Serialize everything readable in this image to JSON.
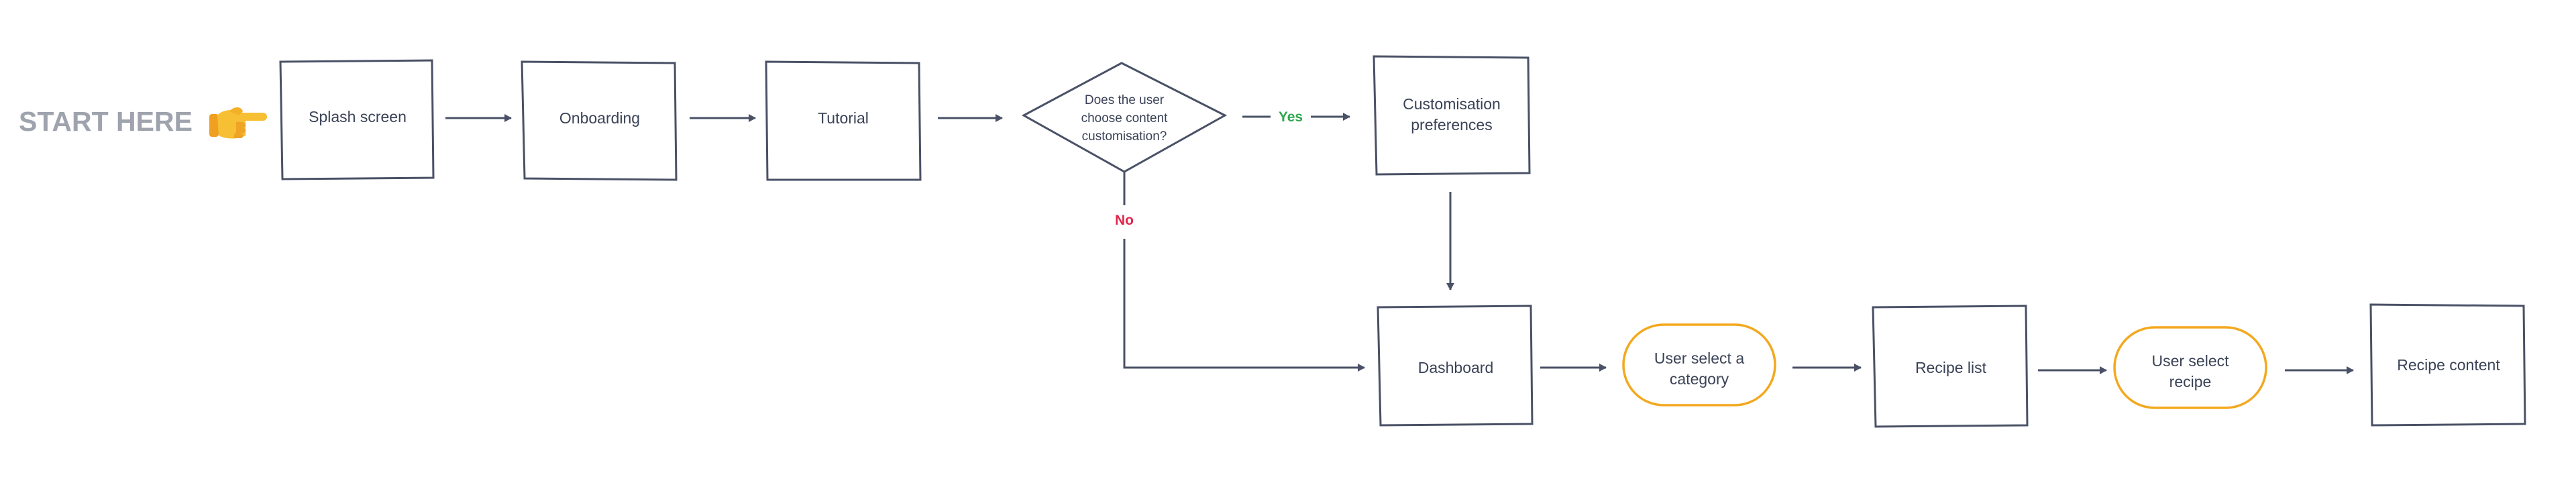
{
  "start": {
    "label": "START HERE",
    "pointer_icon": "backhand-index-pointing-right-icon"
  },
  "nodes": {
    "splash": {
      "shape": "box",
      "lines": [
        "Splash screen"
      ]
    },
    "onboarding": {
      "shape": "box",
      "lines": [
        "Onboarding"
      ]
    },
    "tutorial": {
      "shape": "box",
      "lines": [
        "Tutorial"
      ]
    },
    "decision": {
      "shape": "diamond",
      "lines": [
        "Does the user",
        "choose content",
        "customisation?"
      ]
    },
    "customisation": {
      "shape": "box",
      "lines": [
        "Customisation",
        "preferences"
      ]
    },
    "dashboard": {
      "shape": "box",
      "lines": [
        "Dashboard"
      ]
    },
    "select_category": {
      "shape": "pill",
      "lines": [
        "User select a",
        "category"
      ]
    },
    "recipe_list": {
      "shape": "box",
      "lines": [
        "Recipe list"
      ]
    },
    "select_recipe": {
      "shape": "pill",
      "lines": [
        "User select",
        "recipe"
      ]
    },
    "recipe_content": {
      "shape": "box",
      "lines": [
        "Recipe content"
      ]
    }
  },
  "edges": [
    {
      "from": "splash",
      "to": "onboarding",
      "label": ""
    },
    {
      "from": "onboarding",
      "to": "tutorial",
      "label": ""
    },
    {
      "from": "tutorial",
      "to": "decision",
      "label": ""
    },
    {
      "from": "decision",
      "to": "customisation",
      "label": "Yes"
    },
    {
      "from": "decision",
      "to": "dashboard",
      "label": "No"
    },
    {
      "from": "customisation",
      "to": "dashboard",
      "label": ""
    },
    {
      "from": "dashboard",
      "to": "select_category",
      "label": ""
    },
    {
      "from": "select_category",
      "to": "recipe_list",
      "label": ""
    },
    {
      "from": "recipe_list",
      "to": "select_recipe",
      "label": ""
    },
    {
      "from": "select_recipe",
      "to": "recipe_content",
      "label": ""
    }
  ],
  "colors": {
    "stroke": "#4a5166",
    "text": "#3a4256",
    "start_text": "#9ea3ad",
    "pill_stroke": "#f3a81e",
    "yes": "#2fa84f",
    "no": "#e2264d",
    "pointer": "#f5b32a"
  }
}
